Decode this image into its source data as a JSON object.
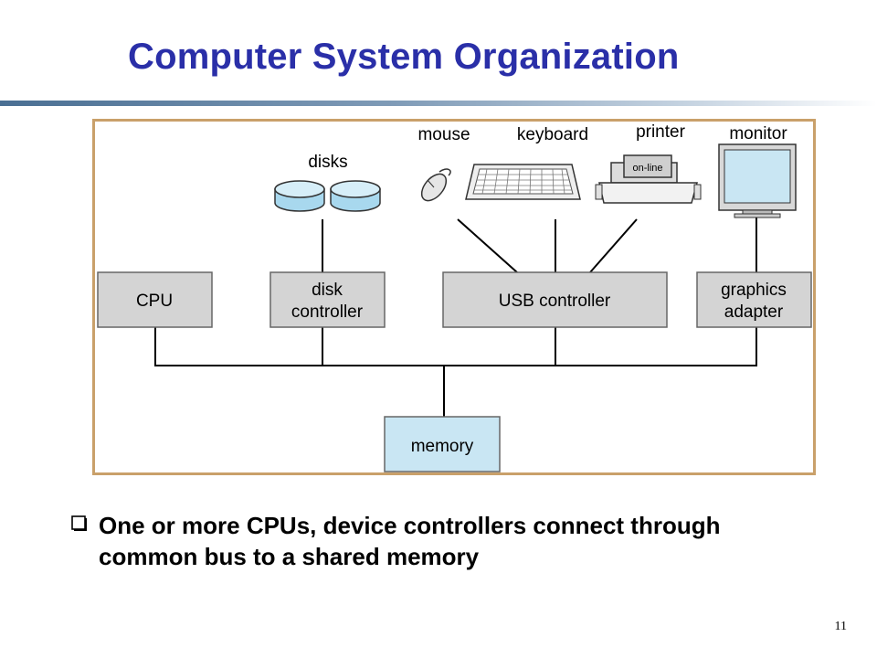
{
  "slide": {
    "title": "Computer System Organization",
    "bullet": "One or more CPUs, device controllers connect through common bus to a shared memory",
    "page_number": "11"
  },
  "diagram": {
    "devices": {
      "disks": "disks",
      "mouse": "mouse",
      "keyboard": "keyboard",
      "printer": "printer",
      "printer_panel": "on-line",
      "monitor": "monitor"
    },
    "boxes": {
      "cpu": "CPU",
      "disk_controller_line1": "disk",
      "disk_controller_line2": "controller",
      "usb_controller": "USB controller",
      "graphics_adapter_line1": "graphics",
      "graphics_adapter_line2": "adapter",
      "memory": "memory"
    },
    "colors": {
      "frame_border": "#c9a06a",
      "box_fill": "#d4d4d4",
      "memory_fill": "#c9e6f3",
      "disk_fill": "#a8d8ee",
      "title": "#2a2fa8"
    }
  }
}
